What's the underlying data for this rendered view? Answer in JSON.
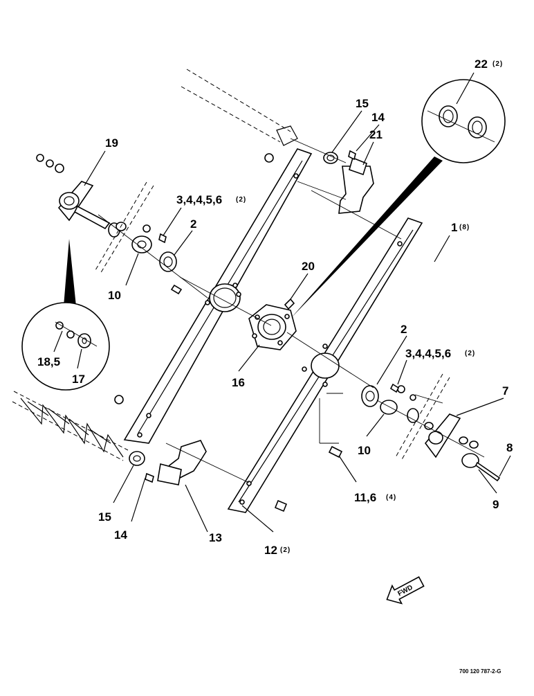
{
  "callouts": {
    "c22": {
      "num": "22",
      "qty": "(2)"
    },
    "c15_top": {
      "num": "15"
    },
    "c14_top": {
      "num": "14"
    },
    "c21": {
      "num": "21"
    },
    "c19": {
      "num": "19"
    },
    "c3456_left": {
      "num": "3,4,4,5,6",
      "qty": "(2)"
    },
    "c2_left": {
      "num": "2"
    },
    "c1": {
      "num": "1",
      "qty": "(8)"
    },
    "c10_left": {
      "num": "10"
    },
    "c20": {
      "num": "20"
    },
    "c18_5": {
      "num": "18,5"
    },
    "c17": {
      "num": "17"
    },
    "c16": {
      "num": "16"
    },
    "c2_right": {
      "num": "2"
    },
    "c3456_right": {
      "num": "3,4,4,5,6",
      "qty": "(2)"
    },
    "c7": {
      "num": "7"
    },
    "c10_right": {
      "num": "10"
    },
    "c8": {
      "num": "8"
    },
    "c9": {
      "num": "9"
    },
    "c11_6": {
      "num": "11,6",
      "qty": "(4)"
    },
    "c15_bottom": {
      "num": "15"
    },
    "c14_bottom": {
      "num": "14"
    },
    "c13": {
      "num": "13"
    },
    "c12": {
      "num": "12",
      "qty": "(2)"
    }
  },
  "fwd_arrow": {
    "label": "FWD"
  },
  "drawing_ref": "700 120 787-2-G"
}
